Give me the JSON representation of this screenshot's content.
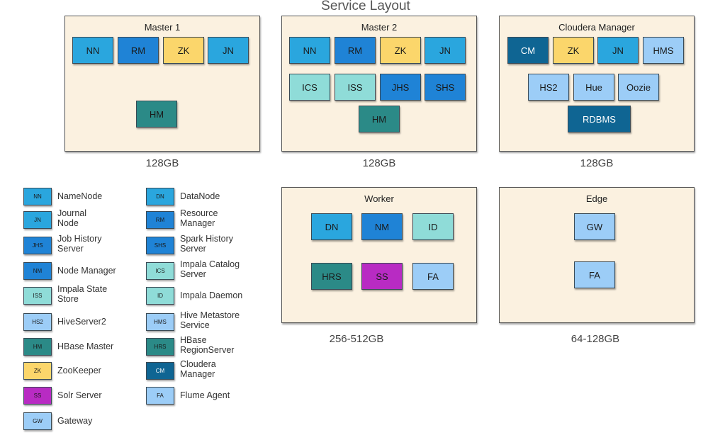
{
  "title": "Service Layout",
  "colors": {
    "NN": "#2aa6de",
    "JN": "#2aa6de",
    "RM": "#1f83d6",
    "NM": "#1f83d6",
    "JHS": "#1f83d6",
    "SHS": "#1f83d6",
    "DN": "#2aa6de",
    "ZK": "#fbd66b",
    "HM": "#2b8a87",
    "HRS": "#2b8a87",
    "ICS": "#8fdcd8",
    "ISS": "#8fdcd8",
    "ID": "#8fdcd8",
    "CM": "#0f6593",
    "RDBMS": "#0f6593",
    "HMS": "#9ccdf7",
    "HS2": "#9ccdf7",
    "Hue": "#9ccdf7",
    "Oozie": "#9ccdf7",
    "FA": "#9ccdf7",
    "GW": "#9ccdf7",
    "SS": "#b82bc3"
  },
  "hosts": [
    {
      "name": "Master 1",
      "memory": "128GB",
      "services": [
        "NN",
        "RM",
        "ZK",
        "JN",
        "HM"
      ]
    },
    {
      "name": "Master 2",
      "memory": "128GB",
      "services": [
        "NN",
        "RM",
        "ZK",
        "JN",
        "ICS",
        "ISS",
        "JHS",
        "SHS",
        "HM"
      ]
    },
    {
      "name": "Cloudera Manager",
      "memory": "128GB",
      "services": [
        "CM",
        "ZK",
        "JN",
        "HMS",
        "HS2",
        "Hue",
        "Oozie",
        "RDBMS"
      ]
    },
    {
      "name": "Worker",
      "memory": "256-512GB",
      "services": [
        "DN",
        "NM",
        "ID",
        "HRS",
        "SS",
        "FA"
      ]
    },
    {
      "name": "Edge",
      "memory": "64-128GB",
      "services": [
        "GW",
        "FA"
      ]
    }
  ],
  "legend": [
    {
      "abbr": "NN",
      "label": "NameNode"
    },
    {
      "abbr": "JN",
      "label": "Journal Node"
    },
    {
      "abbr": "JHS",
      "label": "Job History Server"
    },
    {
      "abbr": "NM",
      "label": "Node Manager"
    },
    {
      "abbr": "ISS",
      "label": "Impala State Store"
    },
    {
      "abbr": "HS2",
      "label": "HiveServer2"
    },
    {
      "abbr": "HM",
      "label": "HBase Master"
    },
    {
      "abbr": "ZK",
      "label": "ZooKeeper"
    },
    {
      "abbr": "SS",
      "label": "Solr Server"
    },
    {
      "abbr": "GW",
      "label": "Gateway"
    },
    {
      "abbr": "DN",
      "label": "DataNode"
    },
    {
      "abbr": "RM",
      "label": "Resource Manager"
    },
    {
      "abbr": "SHS",
      "label": "Spark History Server"
    },
    {
      "abbr": "ICS",
      "label": "Impala Catalog Server"
    },
    {
      "abbr": "ID",
      "label": "Impala Daemon"
    },
    {
      "abbr": "HMS",
      "label": "Hive Metastore Service"
    },
    {
      "abbr": "HRS",
      "label": "HBase RegionServer"
    },
    {
      "abbr": "CM",
      "label": "Cloudera Manager"
    },
    {
      "abbr": "FA",
      "label": "Flume Agent"
    }
  ]
}
